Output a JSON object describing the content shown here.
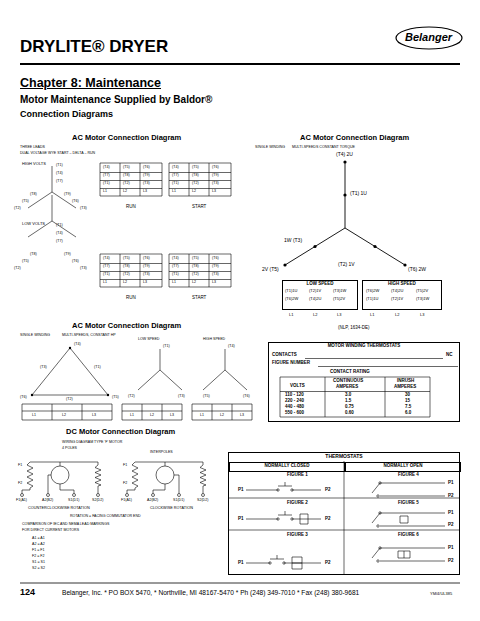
{
  "diagram": {
    "title": "DRYLITE® DRYER",
    "nodes": [
      {
        "text": [
          "LOW SPEED"
        ]
      },
      {
        "text": [
          "HIGH SPEED"
        ]
      },
      {
        "text": [
          "MOTOR WINDING THERMOSTATS"
        ]
      },
      {
        "text": [
          "THERMOSTATS"
        ]
      },
      {
        "text": [
          "NORMALLY CLOSED"
        ],
        "in": 3
      },
      {
        "text": [
          "NORMALLY OPEN"
        ],
        "in": 3
      }
    ],
    "labels": [
      "Belanger",
      "Chapter 8: Maintenance",
      "Motor Maintenance Supplied by Baldor®",
      "Connection Diagrams",
      "AC Motor Connection Diagram",
      "THREE LEADS",
      "DUAL VOLTAGE",
      "WYE START – DELTA – RUN",
      "HIGH VOLTS",
      "(T1)",
      "(T4)",
      "(T7)",
      "(T2)",
      "(T5)",
      "(T8)",
      "(T3)",
      "(T6)",
      "(T9)",
      "RUN",
      "START",
      "(T4)",
      "(T5)",
      "(T6)",
      "(T7)",
      "(T8)",
      "(T9)",
      "(T1)",
      "(T2)",
      "(T3)",
      "L1",
      "L2",
      "L3",
      "(T4)",
      "(T5)",
      "(T6)",
      "(T7)",
      "(T8)",
      "(T9)",
      "(T1)",
      "(T2)",
      "(T3)",
      "L1",
      "L2",
      "L3",
      "LOW VOLTS",
      "(T1)",
      "(T4)",
      "(T7)",
      "(T2)",
      "(T5)",
      "(T8)",
      "(T3)",
      "(T6)",
      "(T9)",
      "RUN",
      "START",
      "(T4)",
      "(T5)",
      "(T6)",
      "(T7)",
      "(T8)",
      "(T9)",
      "(T1)",
      "(T2)",
      "(T3)",
      "L1",
      "L2",
      "L3",
      "(T4)",
      "(T5)",
      "(T6)",
      "(T7)",
      "(T8)",
      "(T9)",
      "(T1)",
      "(T2)",
      "(T3)",
      "L1",
      "L2",
      "L3",
      "AC Motor Connection Diagram",
      "SINGLE WINDING",
      "MULTI-SPEEDS CONSTANT TORQUE",
      "(T4) 2U",
      "(T1) 1U",
      "1W (T3)",
      "2V (T5)",
      "(T2) 1V",
      "(T6) 2W",
      "(T1)1U",
      "(T2)1V",
      "(T3)1W",
      "(T6)2W",
      "(T4)2U",
      "(T5)2V",
      "(T6)2W",
      "(T4)2U",
      "(T5)2V",
      "(T1)1U",
      "(T2)1V",
      "(T3)1W",
      "L1",
      "L2",
      "L3",
      "L1",
      "L2",
      "L3",
      "(NLP, 1634-DE)",
      "AC Motor Connection Diagram",
      "SINGLE WINDING",
      "MULTI-SPEEDS, CONSTANT HP",
      "LOW SPEED",
      "HIGH SPEED",
      "(T4)",
      "(T1)",
      "(T3)",
      "(T6)",
      "(T2)",
      "(T5)",
      "(T1)",
      "(T2)",
      "(T3)",
      "(T4)",
      "(T5)",
      "(T6)",
      "L1",
      "L2",
      "L3",
      "L1",
      "L2",
      "L3",
      "L1",
      "L2",
      "L3",
      "DC Motor Connection Diagram",
      "WIRING DIAGRAM TYPE 'F' MOTOR",
      "4 POLES",
      "INTERPOLES",
      "F1",
      "F2",
      "F1",
      "F2",
      "F1(A1)",
      "A2(B2)",
      "S1(D1)",
      "S2(D2)",
      "F1(A1)",
      "A2(B2)",
      "S1(D1)",
      "S2(D2)",
      "COUNTERCLOCKWISE ROTATION",
      "CLOCKWISE ROTATION",
      "ROTATION = FACING COMMUTATOR END",
      "COMPARISON OF IEC AND NEMA LEAD MARKINGS",
      "FOR DIRECT CURRENT MOTORS",
      "A1 = A1",
      "A2 = A2",
      "F1 = F1",
      "F2 = F2",
      "S1 = S1",
      "S2 = S2",
      "CONTACTS",
      "NC",
      "FIGURE NUMBER",
      "CONTACT RATING",
      "VOLTS",
      "CONTINUOUS",
      "AMPERES",
      "INRUSH",
      "AMPERES",
      "110 - 120",
      "3.0",
      "30",
      "220 - 240",
      "1.5",
      "15",
      "440 - 480",
      "0.75",
      "7.5",
      "550 - 600",
      "0.60",
      "6.0",
      "FIGURE 1",
      "FIGURE 4",
      "P1",
      "P2",
      "P1",
      "P2",
      "FIGURE 2",
      "FIGURE 5",
      "P1",
      "P2",
      "P1",
      "P2",
      "FIGURE 3",
      "FIGURE 6",
      "P1",
      "P2",
      "P1",
      "P2",
      "124",
      "Belanger, Inc. * PO BOX 5470, * Northville, MI 48167-5470 * Ph (248) 349-7010 * Fax (248) 380-9681",
      "YM/4/UL385"
    ]
  }
}
